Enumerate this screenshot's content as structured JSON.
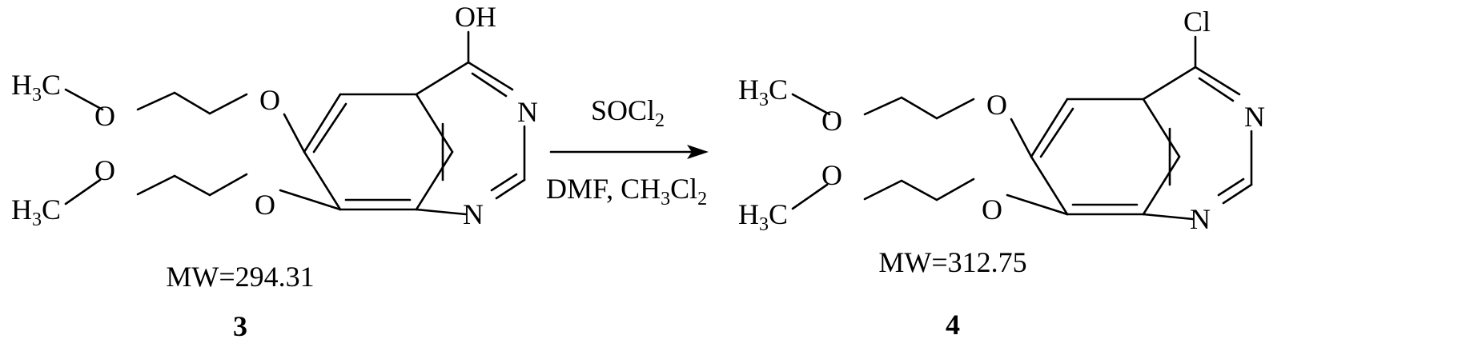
{
  "reactant": {
    "label_OH": "OH",
    "label_N_upper": "N",
    "label_N_lower": "N",
    "label_O_6": "O",
    "label_O_7": "O",
    "label_O_chain_upper": "O",
    "label_O_chain_lower": "O",
    "methyl_upper": {
      "H": "H",
      "sub": "3",
      "C": "C"
    },
    "methyl_lower": {
      "H": "H",
      "sub": "3",
      "C": "C"
    },
    "mw": "MW=294.31",
    "number": "3"
  },
  "reaction": {
    "reagent_above": {
      "main": "SOCl",
      "sub": "2"
    },
    "reagent_below": {
      "part1": "DMF, CH",
      "sub1": "3",
      "part2": "Cl",
      "sub2": "2"
    }
  },
  "product": {
    "label_Cl": "Cl",
    "label_N_upper": "N",
    "label_N_lower": "N",
    "label_O_6": "O",
    "label_O_7": "O",
    "label_O_chain_upper": "O",
    "label_O_chain_lower": "O",
    "methyl_upper": {
      "H": "H",
      "sub": "3",
      "C": "C"
    },
    "methyl_lower": {
      "H": "H",
      "sub": "3",
      "C": "C"
    },
    "mw": "MW=312.75",
    "number": "4"
  }
}
